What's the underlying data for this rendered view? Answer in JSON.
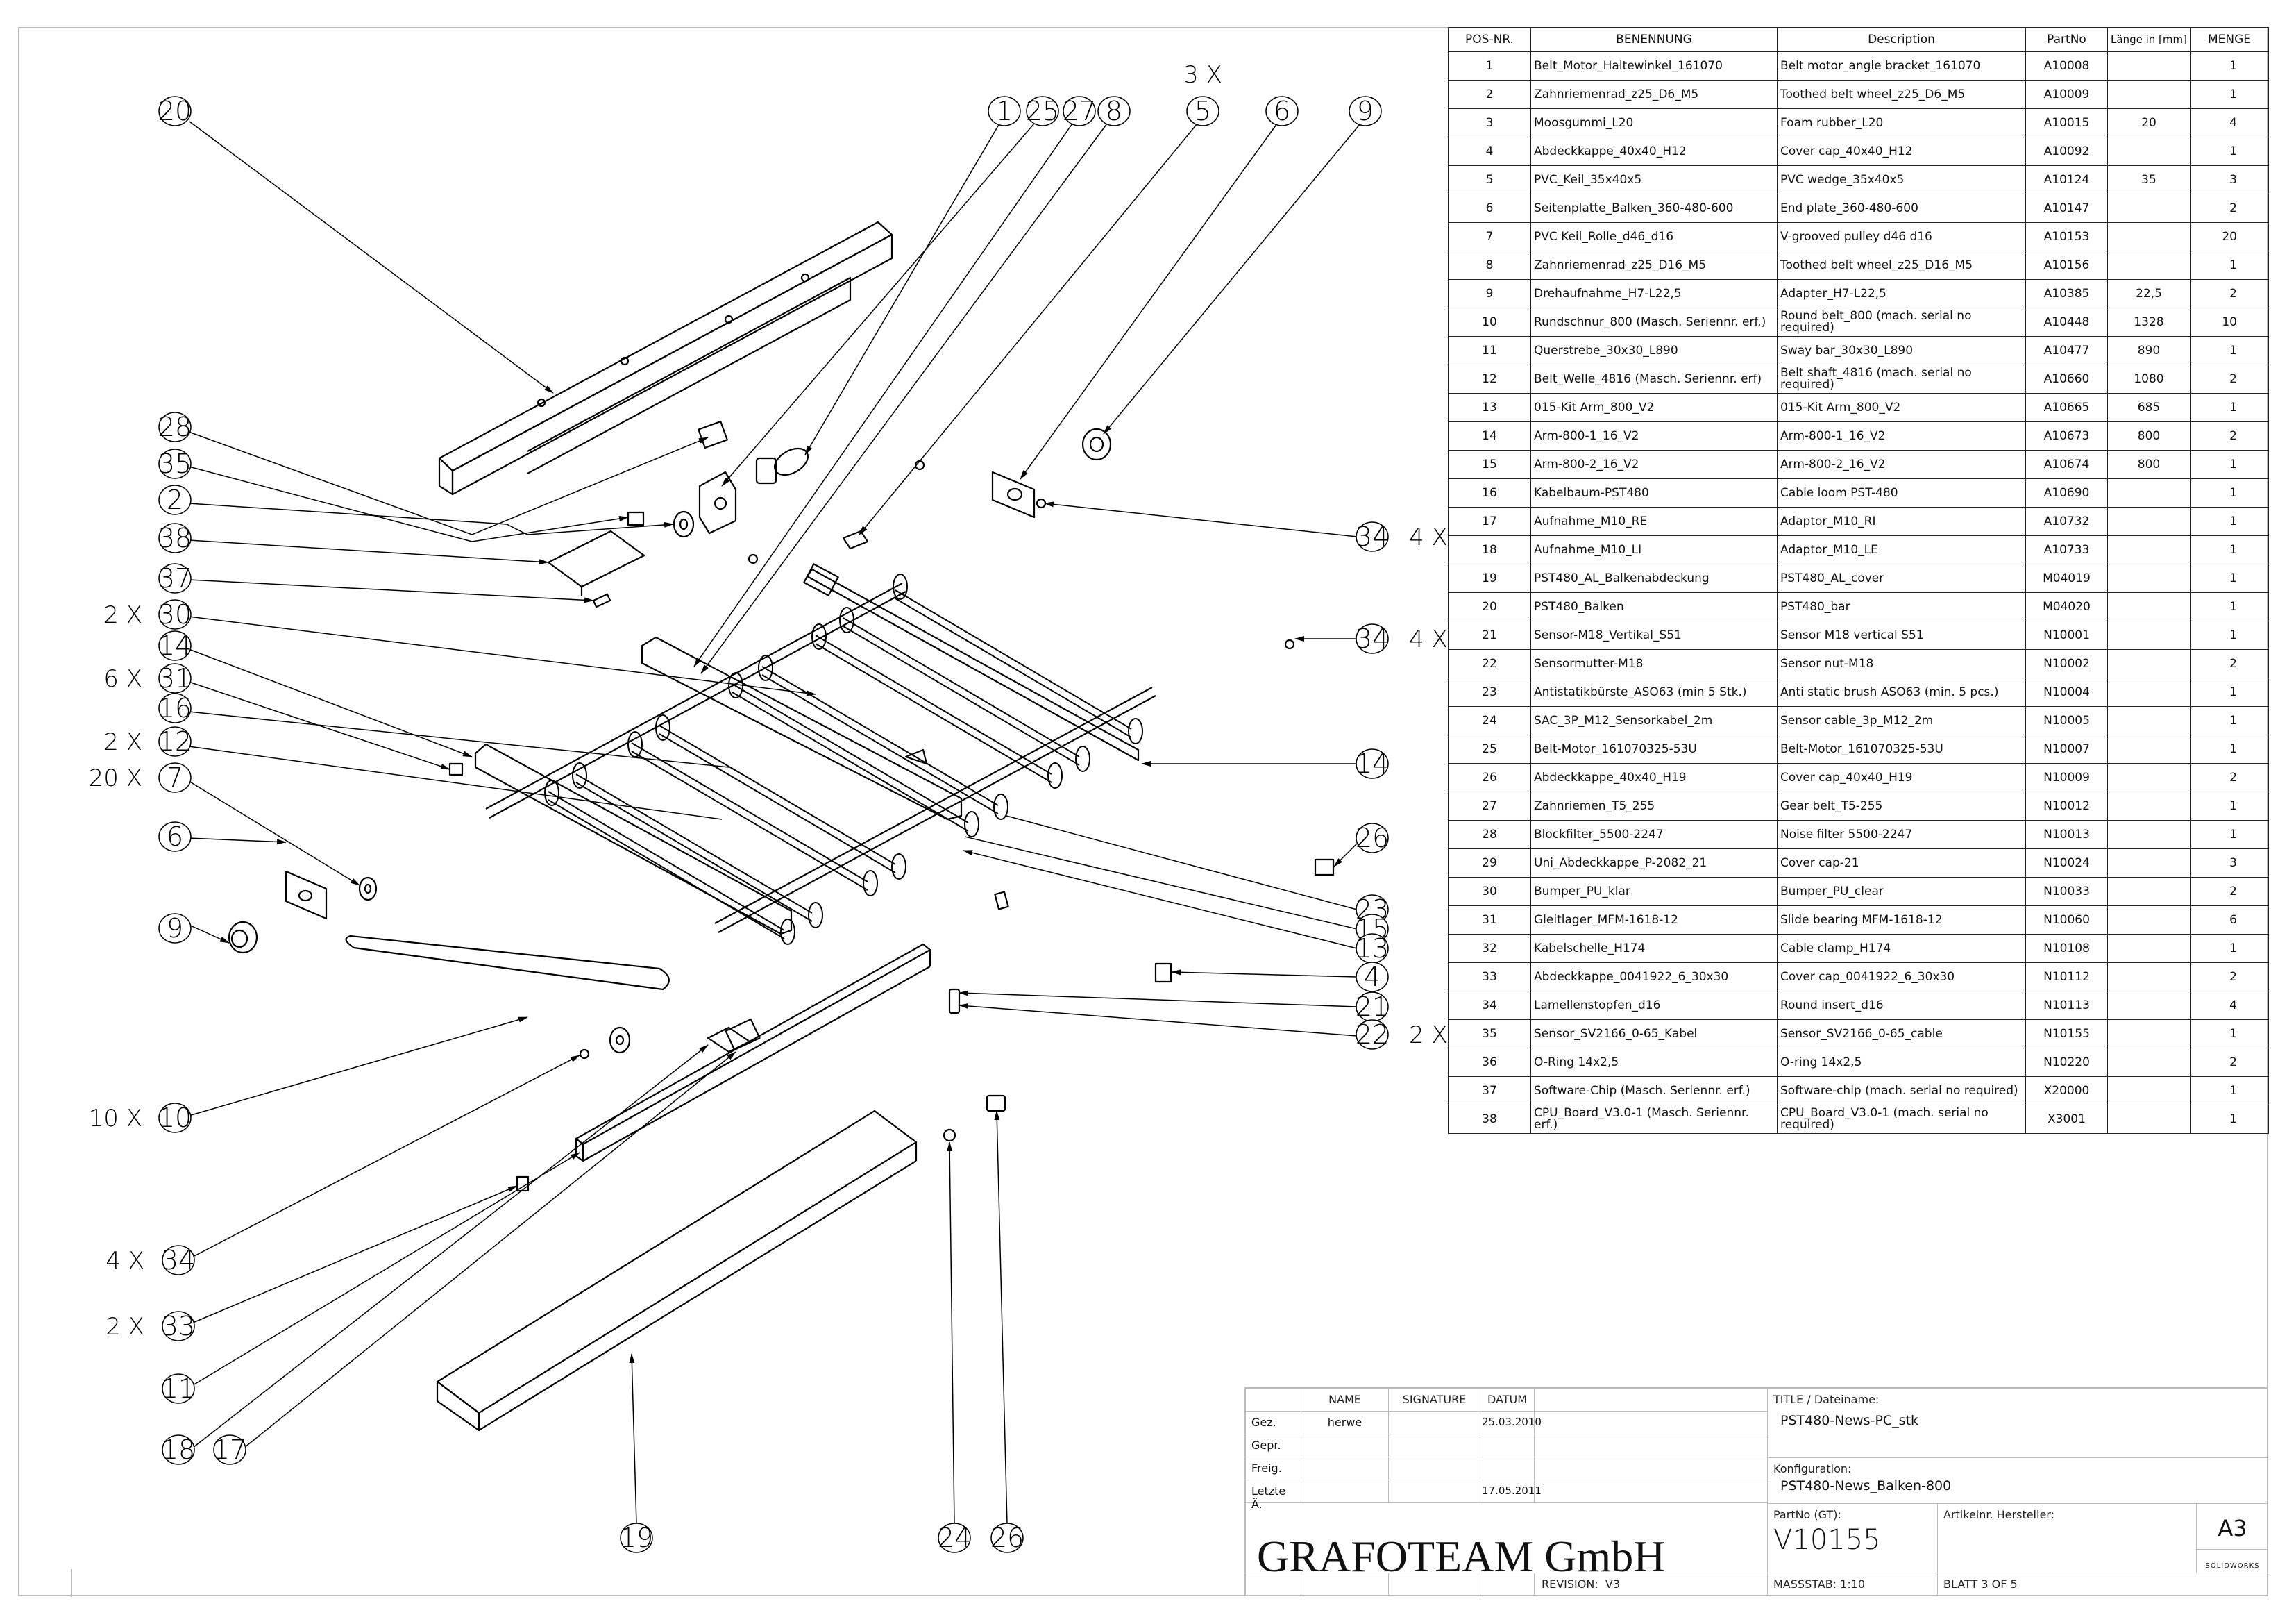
{
  "bom": {
    "headers": [
      "POS-NR.",
      "BENENNUNG",
      "Description",
      "PartNo",
      "Länge in [mm]",
      "MENGE"
    ],
    "rows": [
      {
        "pos": "1",
        "benennung": "Belt_Motor_Haltewinkel_161070",
        "description": "Belt motor_angle bracket_161070",
        "partno": "A10008",
        "laenge": "",
        "menge": "1"
      },
      {
        "pos": "2",
        "benennung": "Zahnriemenrad_z25_D6_M5",
        "description": "Toothed belt wheel_z25_D6_M5",
        "partno": "A10009",
        "laenge": "",
        "menge": "1"
      },
      {
        "pos": "3",
        "benennung": "Moosgummi_L20",
        "description": "Foam rubber_L20",
        "partno": "A10015",
        "laenge": "20",
        "menge": "4"
      },
      {
        "pos": "4",
        "benennung": "Abdeckkappe_40x40_H12",
        "description": "Cover cap_40x40_H12",
        "partno": "A10092",
        "laenge": "",
        "menge": "1"
      },
      {
        "pos": "5",
        "benennung": "PVC_Keil_35x40x5",
        "description": "PVC wedge_35x40x5",
        "partno": "A10124",
        "laenge": "35",
        "menge": "3"
      },
      {
        "pos": "6",
        "benennung": "Seitenplatte_Balken_360-480-600",
        "description": "End plate_360-480-600",
        "partno": "A10147",
        "laenge": "",
        "menge": "2"
      },
      {
        "pos": "7",
        "benennung": "PVC Keil_Rolle_d46_d16",
        "description": "V-grooved pulley d46 d16",
        "partno": "A10153",
        "laenge": "",
        "menge": "20"
      },
      {
        "pos": "8",
        "benennung": "Zahnriemenrad_z25_D16_M5",
        "description": "Toothed belt wheel_z25_D16_M5",
        "partno": "A10156",
        "laenge": "",
        "menge": "1"
      },
      {
        "pos": "9",
        "benennung": "Drehaufnahme_H7-L22,5",
        "description": "Adapter_H7-L22,5",
        "partno": "A10385",
        "laenge": "22,5",
        "menge": "2"
      },
      {
        "pos": "10",
        "benennung": "Rundschnur_800 (Masch. Seriennr. erf.)",
        "description": "Round belt_800 (mach. serial no required)",
        "partno": "A10448",
        "laenge": "1328",
        "menge": "10"
      },
      {
        "pos": "11",
        "benennung": "Querstrebe_30x30_L890",
        "description": "Sway bar_30x30_L890",
        "partno": "A10477",
        "laenge": "890",
        "menge": "1"
      },
      {
        "pos": "12",
        "benennung": "Belt_Welle_4816 (Masch. Seriennr. erf)",
        "description": "Belt shaft_4816 (mach. serial no required)",
        "partno": "A10660",
        "laenge": "1080",
        "menge": "2"
      },
      {
        "pos": "13",
        "benennung": "015-Kit Arm_800_V2",
        "description": "015-Kit Arm_800_V2",
        "partno": "A10665",
        "laenge": "685",
        "menge": "1"
      },
      {
        "pos": "14",
        "benennung": "Arm-800-1_16_V2",
        "description": "Arm-800-1_16_V2",
        "partno": "A10673",
        "laenge": "800",
        "menge": "2"
      },
      {
        "pos": "15",
        "benennung": "Arm-800-2_16_V2",
        "description": "Arm-800-2_16_V2",
        "partno": "A10674",
        "laenge": "800",
        "menge": "1"
      },
      {
        "pos": "16",
        "benennung": "Kabelbaum-PST480",
        "description": "Cable loom PST-480",
        "partno": "A10690",
        "laenge": "",
        "menge": "1"
      },
      {
        "pos": "17",
        "benennung": "Aufnahme_M10_RE",
        "description": "Adaptor_M10_RI",
        "partno": "A10732",
        "laenge": "",
        "menge": "1"
      },
      {
        "pos": "18",
        "benennung": "Aufnahme_M10_LI",
        "description": "Adaptor_M10_LE",
        "partno": "A10733",
        "laenge": "",
        "menge": "1"
      },
      {
        "pos": "19",
        "benennung": "PST480_AL_Balkenabdeckung",
        "description": "PST480_AL_cover",
        "partno": "M04019",
        "laenge": "",
        "menge": "1"
      },
      {
        "pos": "20",
        "benennung": "PST480_Balken",
        "description": "PST480_bar",
        "partno": "M04020",
        "laenge": "",
        "menge": "1"
      },
      {
        "pos": "21",
        "benennung": "Sensor-M18_Vertikal_S51",
        "description": "Sensor M18 vertical S51",
        "partno": "N10001",
        "laenge": "",
        "menge": "1"
      },
      {
        "pos": "22",
        "benennung": "Sensormutter-M18",
        "description": "Sensor nut-M18",
        "partno": "N10002",
        "laenge": "",
        "menge": "2"
      },
      {
        "pos": "23",
        "benennung": "Antistatikbürste_ASO63 (min 5 Stk.)",
        "description": "Anti static brush ASO63 (min. 5 pcs.)",
        "partno": "N10004",
        "laenge": "",
        "menge": "1"
      },
      {
        "pos": "24",
        "benennung": "SAC_3P_M12_Sensorkabel_2m",
        "description": "Sensor cable_3p_M12_2m",
        "partno": "N10005",
        "laenge": "",
        "menge": "1"
      },
      {
        "pos": "25",
        "benennung": "Belt-Motor_161070325-53U",
        "description": "Belt-Motor_161070325-53U",
        "partno": "N10007",
        "laenge": "",
        "menge": "1"
      },
      {
        "pos": "26",
        "benennung": "Abdeckkappe_40x40_H19",
        "description": "Cover cap_40x40_H19",
        "partno": "N10009",
        "laenge": "",
        "menge": "2"
      },
      {
        "pos": "27",
        "benennung": "Zahnriemen_T5_255",
        "description": "Gear belt_T5-255",
        "partno": "N10012",
        "laenge": "",
        "menge": "1"
      },
      {
        "pos": "28",
        "benennung": "Blockfilter_5500-2247",
        "description": "Noise filter 5500-2247",
        "partno": "N10013",
        "laenge": "",
        "menge": "1"
      },
      {
        "pos": "29",
        "benennung": "Uni_Abdeckkappe_P-2082_21",
        "description": "Cover cap-21",
        "partno": "N10024",
        "laenge": "",
        "menge": "3"
      },
      {
        "pos": "30",
        "benennung": "Bumper_PU_klar",
        "description": "Bumper_PU_clear",
        "partno": "N10033",
        "laenge": "",
        "menge": "2"
      },
      {
        "pos": "31",
        "benennung": "Gleitlager_MFM-1618-12",
        "description": "Slide bearing MFM-1618-12",
        "partno": "N10060",
        "laenge": "",
        "menge": "6"
      },
      {
        "pos": "32",
        "benennung": "Kabelschelle_H174",
        "description": "Cable clamp_H174",
        "partno": "N10108",
        "laenge": "",
        "menge": "1"
      },
      {
        "pos": "33",
        "benennung": "Abdeckkappe_0041922_6_30x30",
        "description": "Cover cap_0041922_6_30x30",
        "partno": "N10112",
        "laenge": "",
        "menge": "2"
      },
      {
        "pos": "34",
        "benennung": "Lamellenstopfen_d16",
        "description": "Round insert_d16",
        "partno": "N10113",
        "laenge": "",
        "menge": "4"
      },
      {
        "pos": "35",
        "benennung": "Sensor_SV2166_0-65_Kabel",
        "description": "Sensor_SV2166_0-65_cable",
        "partno": "N10155",
        "laenge": "",
        "menge": "1"
      },
      {
        "pos": "36",
        "benennung": "O-Ring 14x2,5",
        "description": "O-ring 14x2,5",
        "partno": "N10220",
        "laenge": "",
        "menge": "2"
      },
      {
        "pos": "37",
        "benennung": "Software-Chip (Masch. Seriennr. erf.)",
        "description": "Software-chip (mach. serial no required)",
        "partno": "X20000",
        "laenge": "",
        "menge": "1"
      },
      {
        "pos": "38",
        "benennung": "CPU_Board_V3.0-1 (Masch. Seriennr. erf.)",
        "description": "CPU_Board_V3.0-1 (mach. serial no required)",
        "partno": "X3001",
        "laenge": "",
        "menge": "1"
      }
    ]
  },
  "balloons": [
    {
      "n": "20",
      "q": ""
    },
    {
      "n": "1",
      "q": ""
    },
    {
      "n": "25",
      "q": ""
    },
    {
      "n": "27",
      "q": ""
    },
    {
      "n": "8",
      "q": ""
    },
    {
      "n": "5",
      "q": "3 X"
    },
    {
      "n": "6",
      "q": ""
    },
    {
      "n": "9",
      "q": ""
    },
    {
      "n": "28",
      "q": ""
    },
    {
      "n": "35",
      "q": ""
    },
    {
      "n": "2",
      "q": ""
    },
    {
      "n": "38",
      "q": ""
    },
    {
      "n": "37",
      "q": ""
    },
    {
      "n": "30",
      "q": "2 X"
    },
    {
      "n": "14",
      "q": ""
    },
    {
      "n": "31",
      "q": "6 X"
    },
    {
      "n": "16",
      "q": ""
    },
    {
      "n": "12",
      "q": "2 X"
    },
    {
      "n": "7",
      "q": "20 X"
    },
    {
      "n": "6",
      "q": ""
    },
    {
      "n": "9",
      "q": ""
    },
    {
      "n": "10",
      "q": "10 X"
    },
    {
      "n": "34",
      "q": "4 X"
    },
    {
      "n": "33",
      "q": "2 X"
    },
    {
      "n": "11",
      "q": ""
    },
    {
      "n": "18",
      "q": ""
    },
    {
      "n": "17",
      "q": ""
    },
    {
      "n": "19",
      "q": ""
    },
    {
      "n": "24",
      "q": ""
    },
    {
      "n": "26",
      "q": ""
    },
    {
      "n": "34",
      "q": "4 X"
    },
    {
      "n": "34",
      "q": "4 X"
    },
    {
      "n": "14",
      "q": ""
    },
    {
      "n": "26",
      "q": ""
    },
    {
      "n": "23",
      "q": ""
    },
    {
      "n": "15",
      "q": ""
    },
    {
      "n": "13",
      "q": ""
    },
    {
      "n": "4",
      "q": ""
    },
    {
      "n": "21",
      "q": ""
    },
    {
      "n": "22",
      "q": "2 X"
    }
  ],
  "titleblock": {
    "headers": {
      "name": "NAME",
      "signature": "SIGNATURE",
      "datum": "DATUM"
    },
    "rows": [
      {
        "label": "Gez.",
        "name": "herwe",
        "signature": "",
        "datum": "25.03.2010"
      },
      {
        "label": "Gepr.",
        "name": "",
        "signature": "",
        "datum": ""
      },
      {
        "label": "Freig.",
        "name": "",
        "signature": "",
        "datum": ""
      },
      {
        "label": "Letzte Ä.",
        "name": "",
        "signature": "",
        "datum": "17.05.2011"
      }
    ],
    "company": "GRAFOTEAM GmbH",
    "revision_label": "REVISION:",
    "revision": "V3",
    "title_label": "TITLE / Dateiname:",
    "title": "PST480-News-PC_stk",
    "config_label": "Konfiguration:",
    "config": "PST480-News_Balken-800",
    "partno_label": "PartNo (GT):",
    "partno": "V10155",
    "article_label": "Artikelnr. Hersteller:",
    "article": "",
    "format": "A3",
    "cad": "SOLIDWORKS",
    "scale_label": "MASSSTAB:",
    "scale": "1:10",
    "sheet_label": "BLATT",
    "sheet": "3 OF 5"
  }
}
